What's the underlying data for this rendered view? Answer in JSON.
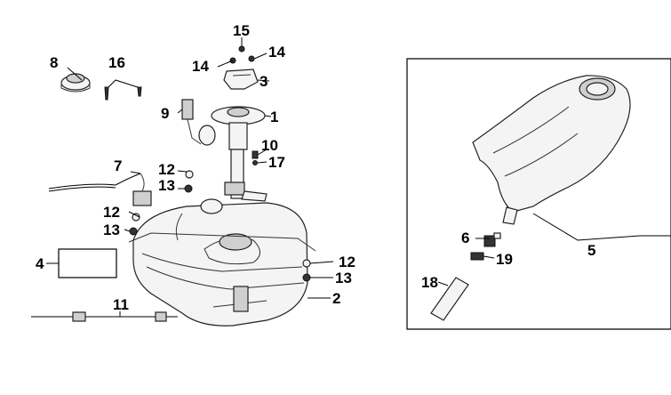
{
  "diagram": {
    "callouts": [
      {
        "id": "p1",
        "text": "1"
      },
      {
        "id": "p2",
        "text": "2"
      },
      {
        "id": "p3",
        "text": "3"
      },
      {
        "id": "p4",
        "text": "4"
      },
      {
        "id": "p5",
        "text": "5"
      },
      {
        "id": "p6",
        "text": "6"
      },
      {
        "id": "p7",
        "text": "7"
      },
      {
        "id": "p8",
        "text": "8"
      },
      {
        "id": "p9",
        "text": "9"
      },
      {
        "id": "p10",
        "text": "10"
      },
      {
        "id": "p11",
        "text": "11"
      },
      {
        "id": "p12a",
        "text": "12"
      },
      {
        "id": "p12b",
        "text": "12"
      },
      {
        "id": "p12c",
        "text": "12"
      },
      {
        "id": "p13a",
        "text": "13"
      },
      {
        "id": "p13b",
        "text": "13"
      },
      {
        "id": "p13c",
        "text": "13"
      },
      {
        "id": "p14a",
        "text": "14"
      },
      {
        "id": "p14b",
        "text": "14"
      },
      {
        "id": "p15",
        "text": "15"
      },
      {
        "id": "p16",
        "text": "16"
      },
      {
        "id": "p17",
        "text": "17"
      },
      {
        "id": "p18",
        "text": "18"
      },
      {
        "id": "p19",
        "text": "19"
      }
    ]
  }
}
